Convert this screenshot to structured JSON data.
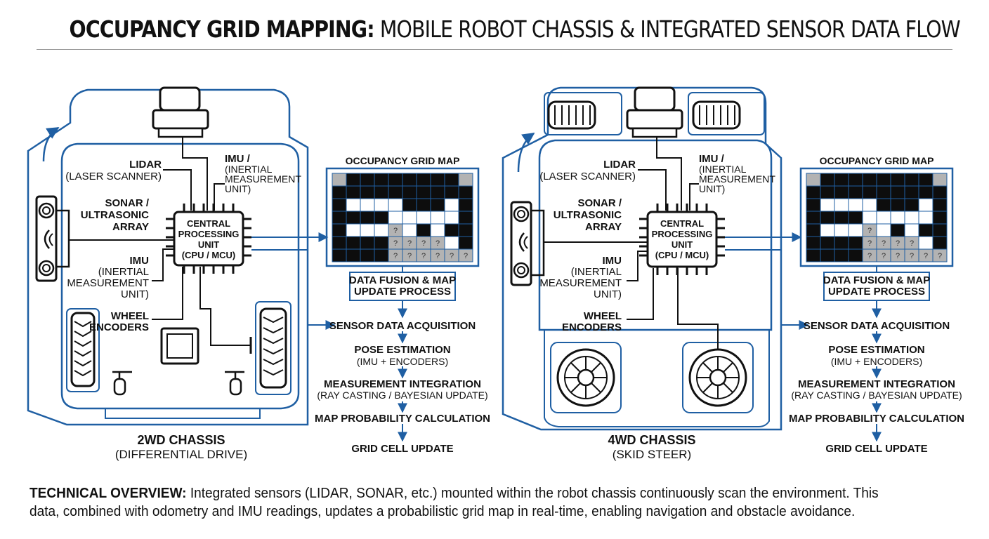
{
  "title": {
    "bold": "OCCUPANCY GRID MAPPING:",
    "rest": "MOBILE ROBOT CHASSIS & INTEGRATED SENSOR DATA FLOW"
  },
  "colors": {
    "line_blue": "#1f5fa3",
    "ink": "#111111",
    "unknown_cell": "#b3b3b3",
    "occupied_cell": "#0d0d0d",
    "free_cell": "#ffffff"
  },
  "panels": [
    {
      "id": "2wd",
      "labels": {
        "lidar_title": "LIDAR",
        "lidar_sub": "(LASER SCANNER)",
        "imu_top_title": "IMU /",
        "imu_top_sub": [
          "(INERTIAL",
          "MEASUREMENT",
          "UNIT)"
        ],
        "sonar": [
          "SONAR /",
          "ULTRASONIC",
          "ARRAY"
        ],
        "cpu": [
          "CENTRAL",
          "PROCESSING",
          "UNIT",
          "(CPU / MCU)"
        ],
        "imu_title": "IMU",
        "imu_sub": [
          "(INERTIAL",
          "MEASUREMENT",
          "UNIT)"
        ],
        "wheel_encoders": [
          "WHEEL",
          "ENCODERS"
        ]
      },
      "caption": {
        "title": "2WD CHASSIS",
        "sub": "(DIFFERENTIAL DRIVE)"
      },
      "grid_title": "OCCUPANCY GRID MAP",
      "fusion_box": [
        "DATA FUSION & MAP",
        "UPDATE PROCESS"
      ],
      "steps": [
        {
          "title": "SENSOR DATA ACQUISITION"
        },
        {
          "title": "POSE ESTIMATION",
          "sub": "(IMU + ENCODERS)"
        },
        {
          "title": "MEASUREMENT INTEGRATION",
          "sub": "(RAY CASTING / BAYESIAN UPDATE)"
        },
        {
          "title": "MAP PROBABILITY CALCULATION"
        },
        {
          "title": "GRID CELL UPDATE"
        }
      ]
    },
    {
      "id": "4wd",
      "labels": {
        "lidar_title": "LIDAR",
        "lidar_sub": "(LASER SCANNER)",
        "imu_top_title": "IMU /",
        "imu_top_sub": [
          "(INERTIAL",
          "MEASUREMENT",
          "UNIT)"
        ],
        "sonar": [
          "SONAR /",
          "ULTRASONIC",
          "ARRAY"
        ],
        "cpu": [
          "CENTRAL",
          "PROCESSING",
          "UNIT",
          "(CPU / MCU)"
        ],
        "imu_title": "IMU",
        "imu_sub": [
          "(INERTIAL",
          "MEASUREMENT",
          "UNIT)"
        ],
        "wheel_encoders": [
          "WHEEL",
          "ENCODERS"
        ]
      },
      "caption": {
        "title": "4WD CHASSIS",
        "sub": "(SKID STEER)"
      },
      "grid_title": "OCCUPANCY GRID MAP",
      "fusion_box": [
        "DATA FUSION & MAP",
        "UPDATE PROCESS"
      ],
      "steps": [
        {
          "title": "SENSOR DATA ACQUISITION"
        },
        {
          "title": "POSE ESTIMATION",
          "sub": "(IMU + ENCODERS)"
        },
        {
          "title": "MEASUREMENT INTEGRATION",
          "sub": "(RAY CASTING / BAYESIAN UPDATE)"
        },
        {
          "title": "MAP PROBABILITY CALCULATION"
        },
        {
          "title": "GRID CELL UPDATE"
        }
      ]
    }
  ],
  "occupancy_grid": {
    "unknown_symbol": "?",
    "legend_codes": {
      "1": "occupied",
      "0": "free",
      "2": "unknown"
    },
    "cells": [
      [
        2,
        1,
        1,
        1,
        1,
        1,
        1,
        1,
        1,
        2
      ],
      [
        1,
        1,
        1,
        1,
        1,
        1,
        1,
        1,
        1,
        1
      ],
      [
        1,
        0,
        0,
        0,
        0,
        1,
        1,
        1,
        0,
        1
      ],
      [
        1,
        1,
        1,
        1,
        0,
        0,
        0,
        0,
        0,
        1
      ],
      [
        1,
        0,
        0,
        0,
        2,
        0,
        1,
        0,
        1,
        1
      ],
      [
        1,
        1,
        1,
        1,
        2,
        2,
        2,
        2,
        0,
        1
      ],
      [
        1,
        1,
        1,
        1,
        2,
        2,
        2,
        2,
        2,
        2
      ]
    ]
  },
  "overview": {
    "label": "TECHNICAL OVERVIEW:",
    "line1": "Integrated sensors (LIDAR, SONAR, etc.) mounted within the robot chassis continuously scan the environment. This",
    "line2": "data, combined with odometry and IMU readings, updates a probabilistic grid map in real-time, enabling navigation and obstacle avoidance."
  }
}
